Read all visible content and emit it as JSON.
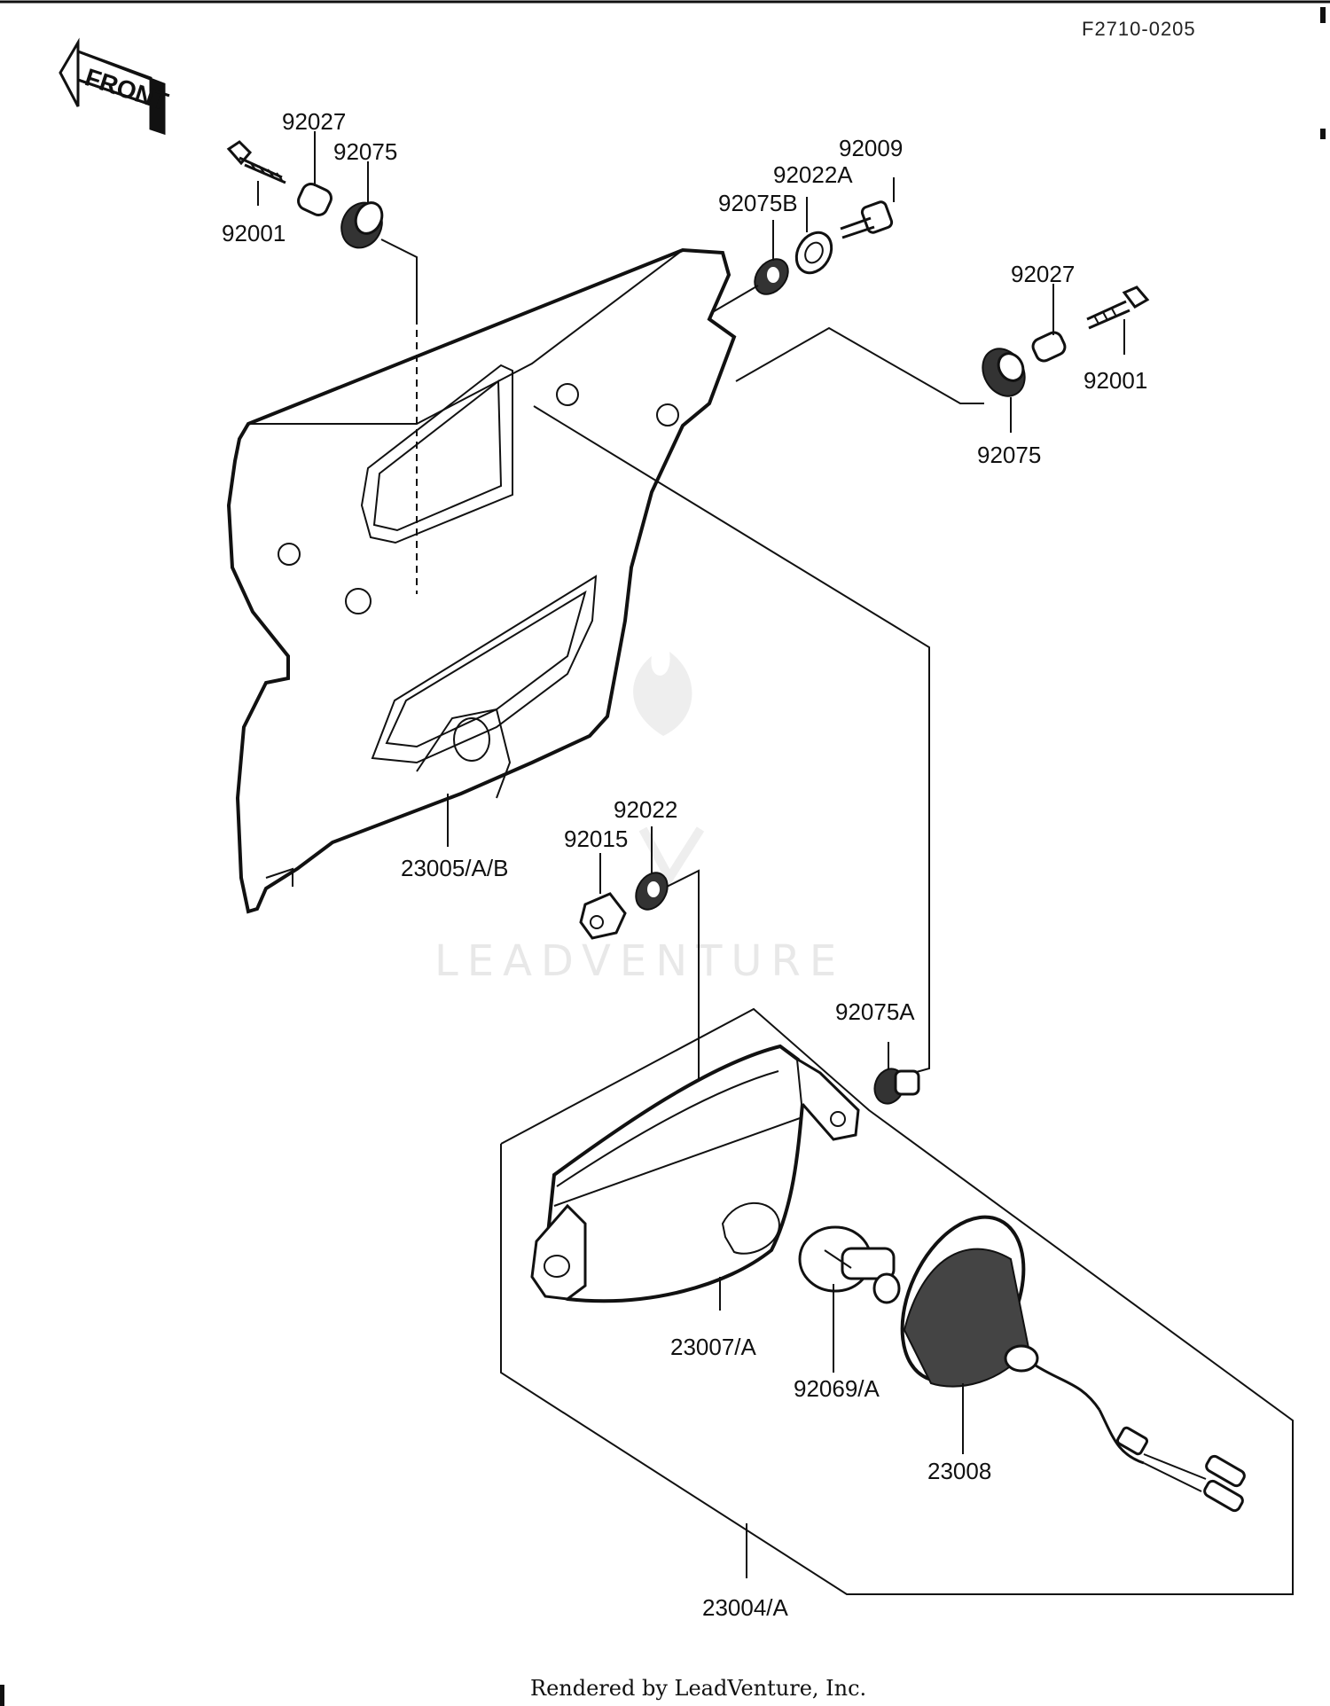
{
  "figure_code": "F2710-0205",
  "front_arrow_label": "FRONT",
  "watermark": "LEADVENTURE",
  "footer": "Rendered by LeadVenture, Inc.",
  "parts": {
    "bolt_left": "92001",
    "collar_left": "92027",
    "damper_left": "92075",
    "screw_top": "92009",
    "washer_top": "92022A",
    "damper_top": "92075B",
    "collar_right": "92027",
    "bolt_right": "92001",
    "damper_right": "92075",
    "cover": "23005/A/B",
    "washer_center": "92022",
    "nut_center": "92015",
    "damper_bottom": "92075A",
    "lens_unit": "23007/A",
    "bulb": "92069/A",
    "socket_housing": "23008",
    "headlight_assy": "23004/A"
  }
}
